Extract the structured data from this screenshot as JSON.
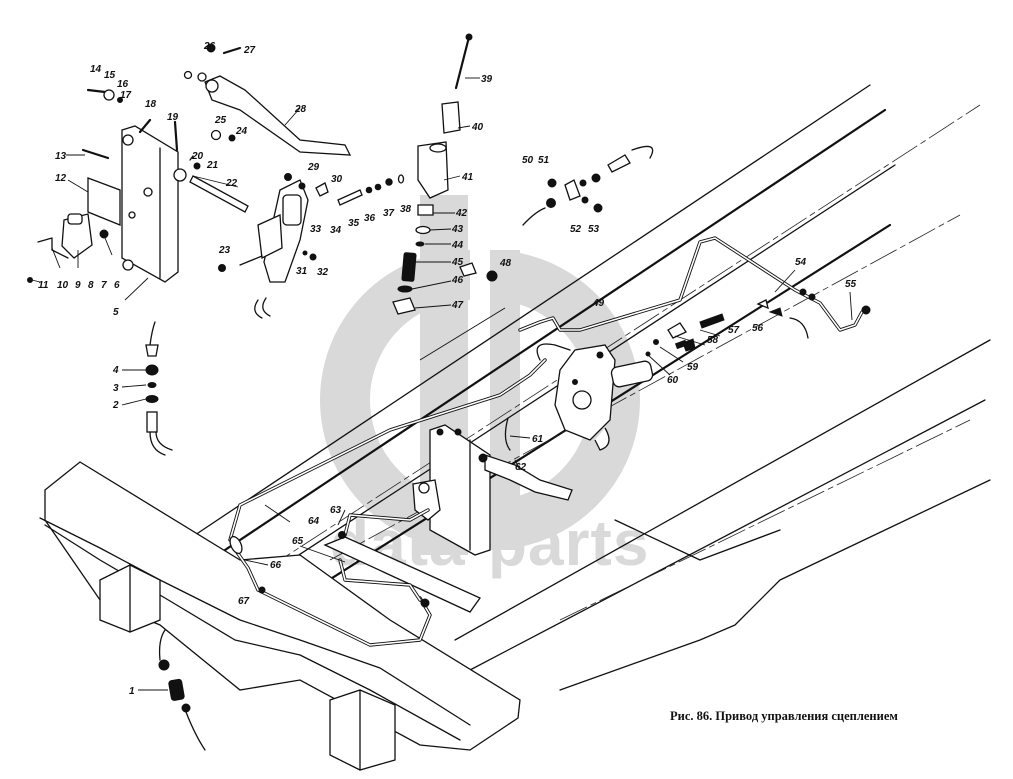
{
  "caption": "Рис. 86. Привод управления сцеплением",
  "watermark": {
    "text": "data-parts",
    "color": "#d9d9d9"
  },
  "callouts": {
    "c1": "1",
    "c2": "2",
    "c3": "3",
    "c4": "4",
    "c5": "5",
    "c6": "6",
    "c7": "7",
    "c8": "8",
    "c9": "9",
    "c10": "10",
    "c11": "11",
    "c12": "12",
    "c13": "13",
    "c14": "14",
    "c15": "15",
    "c16": "16",
    "c17": "17",
    "c18": "18",
    "c19": "19",
    "c20": "20",
    "c21": "21",
    "c22": "22",
    "c23": "23",
    "c24": "24",
    "c25": "25",
    "c26": "26",
    "c27": "27",
    "c28": "28",
    "c29": "29",
    "c30": "30",
    "c31": "31",
    "c32": "32",
    "c33": "33",
    "c34": "34",
    "c35": "35",
    "c36": "36",
    "c37": "37",
    "c38": "38",
    "c39": "39",
    "c40": "40",
    "c41": "41",
    "c42": "42",
    "c43": "43",
    "c44": "44",
    "c45": "45",
    "c46": "46",
    "c47": "47",
    "c48": "48",
    "c49": "49",
    "c50": "50",
    "c51": "51",
    "c52": "52",
    "c53": "53",
    "c54": "54",
    "c55": "55",
    "c56": "56",
    "c57": "57",
    "c58": "58",
    "c59": "59",
    "c60": "60",
    "c61": "61",
    "c62": "62",
    "c63": "63",
    "c64": "64",
    "c65": "65",
    "c66": "66",
    "c67": "67"
  }
}
